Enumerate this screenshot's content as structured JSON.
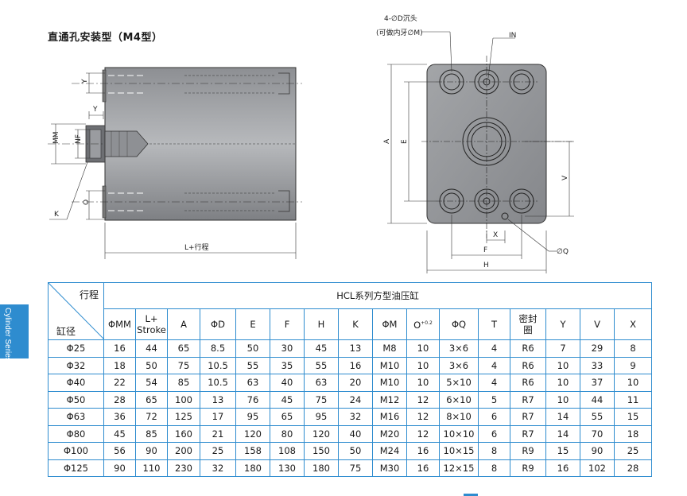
{
  "title": "直通孔安装型（M4型）",
  "side_tab": "Cylinder Series",
  "drawing": {
    "left_labels": {
      "y_top": "Y",
      "y_mid": "Y",
      "mm": "MM",
      "nf": "NF",
      "o": "O",
      "k": "K",
      "length": "L+行程"
    },
    "right_labels": {
      "hole_note_1": "4-∅D沉头",
      "hole_note_2": "(可做内牙∅M)",
      "in": "IN",
      "a": "A",
      "e": "E",
      "v": "V",
      "x": "X",
      "f": "F",
      "h": "H",
      "q": "∅Q"
    }
  },
  "table": {
    "corner_top": "行程",
    "corner_bottom": "缸径",
    "caption": "HCL系列方型油压缸",
    "columns": [
      "ΦMM",
      "L+ Stroke",
      "A",
      "ΦD",
      "E",
      "F",
      "H",
      "K",
      "ΦM",
      "O",
      "ΦQ",
      "T",
      "密封圈",
      "Y",
      "V",
      "X"
    ],
    "o_superscript": "+0.2",
    "rows": [
      [
        "Φ25",
        "16",
        "44",
        "65",
        "8.5",
        "50",
        "30",
        "45",
        "13",
        "M8",
        "10",
        "3×6",
        "4",
        "R6",
        "7",
        "29",
        "8"
      ],
      [
        "Φ32",
        "18",
        "50",
        "75",
        "10.5",
        "55",
        "35",
        "55",
        "16",
        "M10",
        "10",
        "3×6",
        "4",
        "R6",
        "10",
        "33",
        "9"
      ],
      [
        "Φ40",
        "22",
        "54",
        "85",
        "10.5",
        "63",
        "40",
        "63",
        "20",
        "M10",
        "10",
        "5×10",
        "4",
        "R6",
        "10",
        "37",
        "10"
      ],
      [
        "Φ50",
        "28",
        "65",
        "100",
        "13",
        "76",
        "45",
        "75",
        "24",
        "M12",
        "12",
        "6×10",
        "5",
        "R7",
        "10",
        "44",
        "11"
      ],
      [
        "Φ63",
        "36",
        "72",
        "125",
        "17",
        "95",
        "65",
        "95",
        "32",
        "M16",
        "12",
        "8×10",
        "6",
        "R7",
        "14",
        "55",
        "15"
      ],
      [
        "Φ80",
        "45",
        "85",
        "160",
        "21",
        "120",
        "80",
        "120",
        "40",
        "M20",
        "12",
        "10×10",
        "6",
        "R7",
        "14",
        "70",
        "18"
      ],
      [
        "Φ100",
        "56",
        "90",
        "200",
        "25",
        "158",
        "108",
        "150",
        "50",
        "M24",
        "16",
        "10×15",
        "8",
        "R9",
        "15",
        "90",
        "25"
      ],
      [
        "Φ125",
        "90",
        "110",
        "230",
        "32",
        "180",
        "130",
        "180",
        "75",
        "M30",
        "16",
        "12×15",
        "8",
        "R9",
        "16",
        "102",
        "28"
      ]
    ]
  }
}
